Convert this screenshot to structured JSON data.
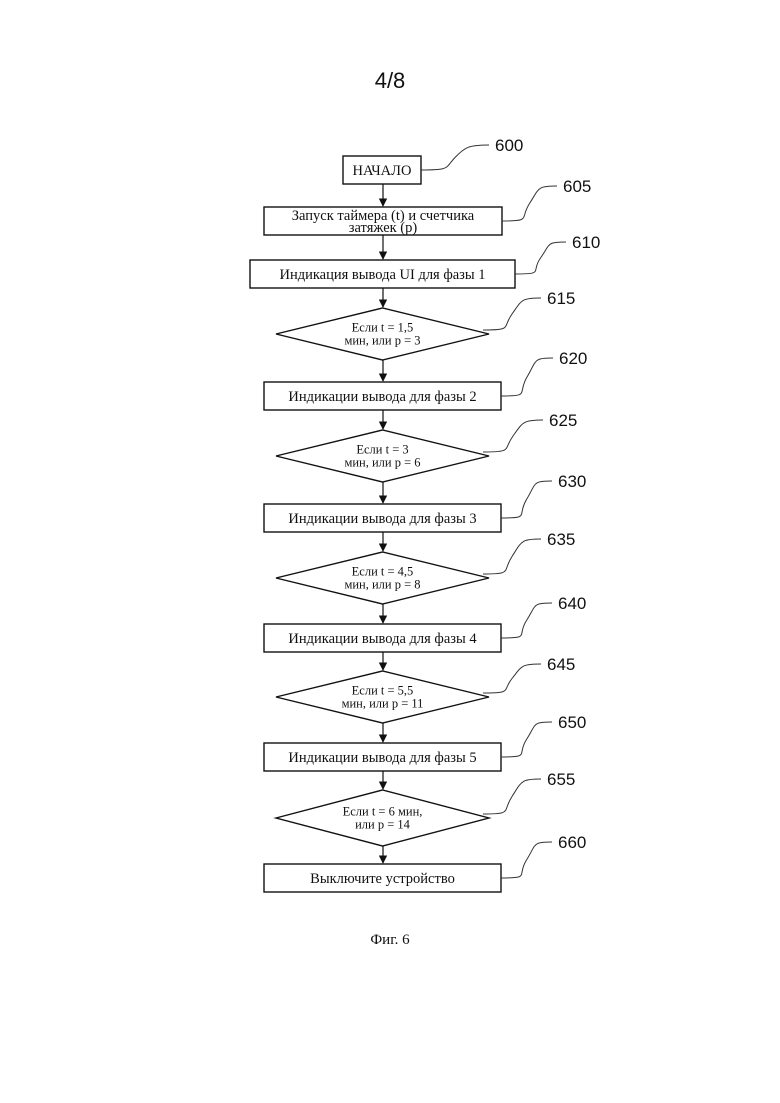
{
  "page_number": "4/8",
  "caption": "Фиг. 6",
  "steps": [
    {
      "ref": "600",
      "type": "terminal",
      "lines": [
        "НАЧАЛО"
      ]
    },
    {
      "ref": "605",
      "type": "process",
      "lines": [
        "Запуск таймера (t) и счетчика",
        "затяжек (p)"
      ]
    },
    {
      "ref": "610",
      "type": "process",
      "lines": [
        "Индикация вывода UI для фазы 1"
      ]
    },
    {
      "ref": "615",
      "type": "decision",
      "lines": [
        "Если t = 1,5",
        "мин, или p = 3"
      ]
    },
    {
      "ref": "620",
      "type": "process",
      "lines": [
        "Индикации вывода для фазы 2"
      ]
    },
    {
      "ref": "625",
      "type": "decision",
      "lines": [
        "Если t = 3",
        "мин, или p = 6"
      ]
    },
    {
      "ref": "630",
      "type": "process",
      "lines": [
        "Индикации вывода для фазы 3"
      ]
    },
    {
      "ref": "635",
      "type": "decision",
      "lines": [
        "Если t = 4,5",
        "мин, или p = 8"
      ]
    },
    {
      "ref": "640",
      "type": "process",
      "lines": [
        "Индикации вывода для фазы 4"
      ]
    },
    {
      "ref": "645",
      "type": "decision",
      "lines": [
        "Если t = 5,5",
        "мин, или p = 11"
      ]
    },
    {
      "ref": "650",
      "type": "process",
      "lines": [
        "Индикации вывода для фазы 5"
      ]
    },
    {
      "ref": "655",
      "type": "decision",
      "lines": [
        "Если t = 6 мин,",
        "или p = 14"
      ]
    },
    {
      "ref": "660",
      "type": "process",
      "lines": [
        "Выключите устройство"
      ]
    }
  ]
}
